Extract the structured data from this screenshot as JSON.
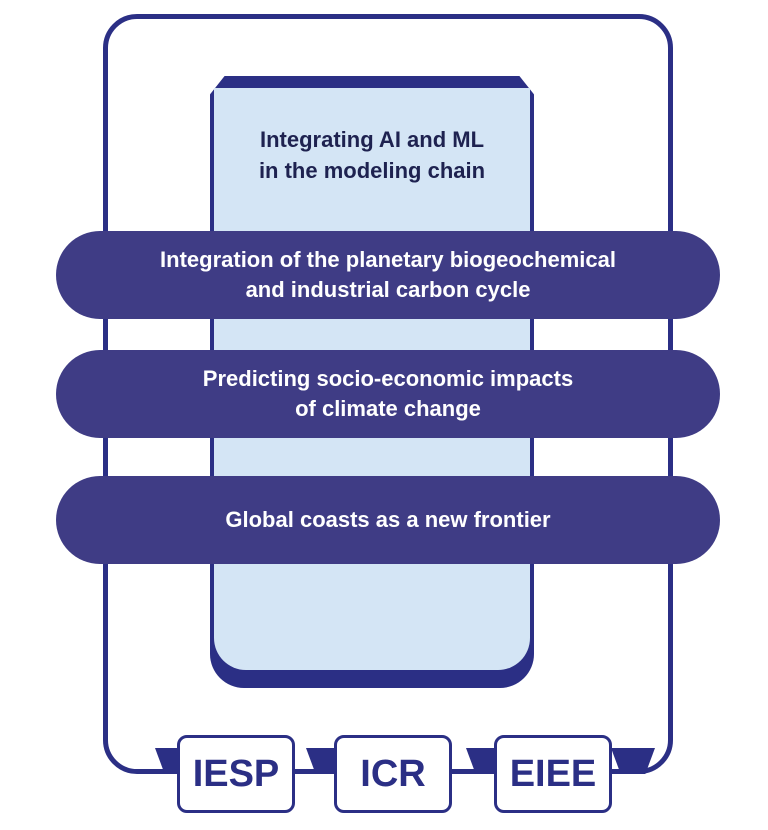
{
  "colors": {
    "frame": "#2b2f85",
    "band": "#3f3c85",
    "column_fill": "#d4e5f5",
    "band_text": "#ffffff",
    "title_text": "#1e2250"
  },
  "column": {
    "title": "Integrating AI and ML\nin the modeling chain"
  },
  "bands": [
    {
      "label": "Integration of the planetary biogeochemical\nand industrial carbon cycle"
    },
    {
      "label": "Predicting  socio-economic impacts\nof climate change"
    },
    {
      "label": "Global coasts as a new frontier"
    }
  ],
  "institutions": [
    {
      "label": "IESP"
    },
    {
      "label": "ICR"
    },
    {
      "label": "EIEE"
    }
  ]
}
